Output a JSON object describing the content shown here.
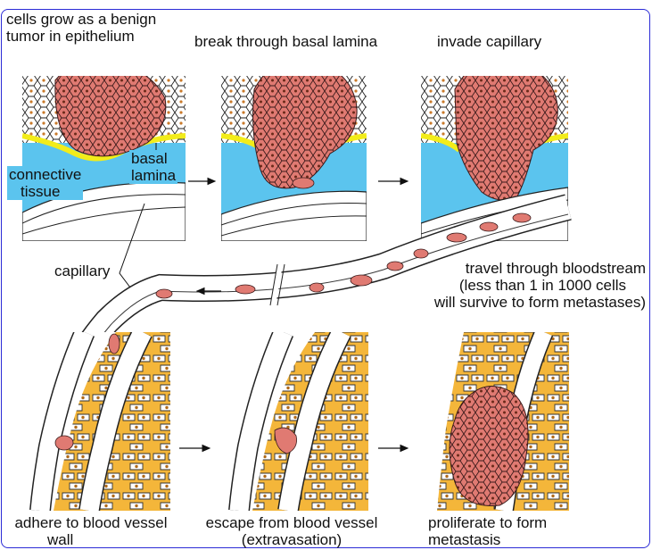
{
  "labels": {
    "step1": [
      "cells grow as a benign",
      "tumor in epithelium"
    ],
    "step2": "break through basal lamina",
    "step3": "invade capillary",
    "connective_tissue": [
      "connective",
      "tissue"
    ],
    "basal_lamina": [
      "basal",
      "lamina"
    ],
    "capillary": "capillary",
    "travel": [
      "travel through bloodstream",
      "(less than 1 in 1000 cells",
      "will survive to form metastases)"
    ],
    "step4": [
      "adhere to blood vessel",
      "wall"
    ],
    "step5": [
      "escape from blood vessel",
      "(extravasation)"
    ],
    "step6": [
      "proliferate to form",
      "metastasis"
    ]
  },
  "colors": {
    "tumor_cell": "#e07a72",
    "connective_tissue": "#5bc4ee",
    "basal_lamina": "#f2ec1a",
    "tissue_matrix": "#f4b63a",
    "frame": "#2b2bd6"
  }
}
